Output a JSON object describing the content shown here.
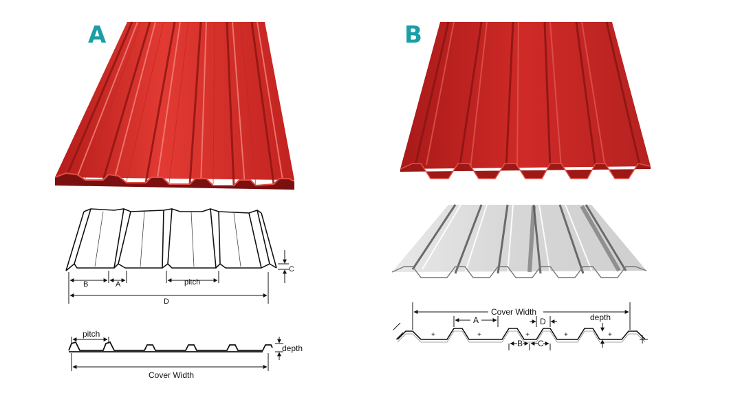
{
  "colors": {
    "panel_letter": "#1a9fa6",
    "sheet_red": "#d42a26",
    "sheet_red_dark": "#9d1715",
    "sheet_red_light": "#f06a62",
    "line": "#111111",
    "gray_light": "#e4e4e4",
    "gray_dark": "#6e6e6e"
  },
  "panel_a": {
    "letter": "A",
    "diagram1": {
      "label_b": "B",
      "label_a": "A",
      "label_pitch": "pitch",
      "label_c": "C",
      "label_d": "D"
    },
    "diagram2": {
      "label_pitch": "pitch",
      "label_depth": "depth",
      "label_cover": "Cover Width"
    }
  },
  "panel_b": {
    "letter": "B",
    "diagram": {
      "label_cover": "Cover Width",
      "label_a": "A",
      "label_d": "D",
      "label_depth": "depth",
      "label_b": "B",
      "label_c": "C"
    }
  }
}
